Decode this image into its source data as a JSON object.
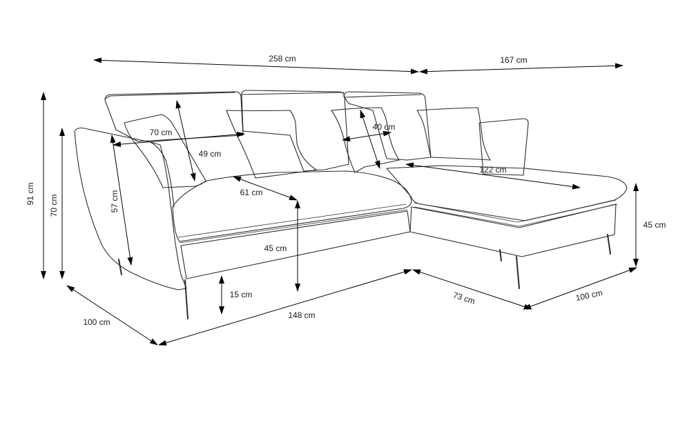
{
  "dimensions": [
    {
      "id": "total-width",
      "label": "258 cm"
    },
    {
      "id": "chaise-length",
      "label": "167 cm"
    },
    {
      "id": "total-height",
      "label": "91 cm"
    },
    {
      "id": "armrest-height",
      "label": "70 cm"
    },
    {
      "id": "inner-height",
      "label": "57 cm"
    },
    {
      "id": "pillow-width",
      "label": "70 cm"
    },
    {
      "id": "pillow-height",
      "label": "49 cm"
    },
    {
      "id": "small-pillow",
      "label": "40 cm"
    },
    {
      "id": "seat-depth",
      "label": "61 cm"
    },
    {
      "id": "chaise-seat-length",
      "label": "122 cm"
    },
    {
      "id": "seat-height",
      "label": "45 cm"
    },
    {
      "id": "chaise-height",
      "label": "45 cm"
    },
    {
      "id": "leg-height",
      "label": "15 cm"
    },
    {
      "id": "depth",
      "label": "100 cm"
    },
    {
      "id": "sofa-length",
      "label": "148 cm"
    },
    {
      "id": "chaise-width",
      "label": "73 cm"
    },
    {
      "id": "chaise-depth",
      "label": "100 cm"
    }
  ]
}
